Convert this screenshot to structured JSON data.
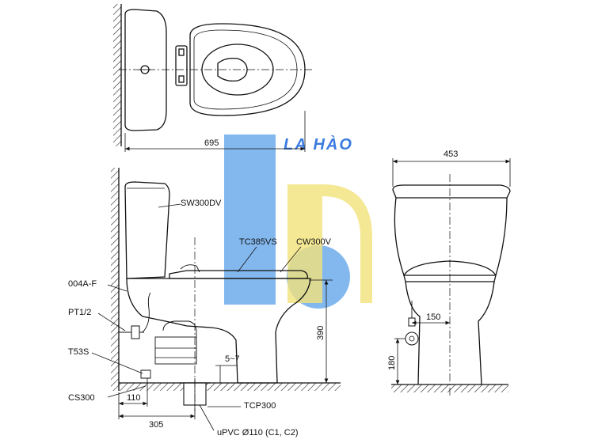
{
  "watermark": {
    "text": "LA HÀO",
    "blue_color": "#5aa0e8",
    "yellow_color": "#f2e27a"
  },
  "top_view": {
    "overall_depth": "695"
  },
  "side_view": {
    "labels": {
      "tank": "SW300DV",
      "seat": "TC385VS",
      "bowl": "CW300V",
      "supply_valve": "004A-F",
      "supply_thread": "PT1/2",
      "flex_hose": "T53S",
      "flange": "CS300",
      "outlet_adapter": "TCP300",
      "drain_pipe": "uPVC Ø110 (C1, C2)"
    },
    "dims": {
      "seat_height": "390",
      "gap": "5~7",
      "valve_offset": "110",
      "rough_in": "305"
    }
  },
  "front_view": {
    "dims": {
      "width": "453",
      "valve_side": "150",
      "valve_height": "180"
    }
  }
}
